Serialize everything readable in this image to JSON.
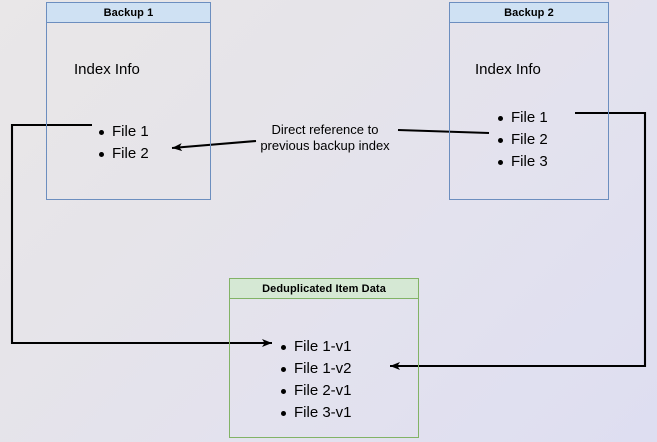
{
  "diagram": {
    "title_hidden": "",
    "background": {
      "gradient_from": "#e9e7e8",
      "gradient_to": "#dedef1"
    },
    "colors": {
      "blue_border": "#6c8ebf",
      "blue_fill": "#cfe1f3",
      "green_border": "#82b366",
      "green_fill": "#d5e8d4",
      "edge_stroke": "#000000",
      "text": "#000000"
    },
    "nodes": [
      {
        "id": "backup1",
        "header": "Backup 1",
        "section_title": "Index Info",
        "items": [
          "File 1",
          "File 2"
        ]
      },
      {
        "id": "backup2",
        "header": "Backup 2",
        "section_title": "Index Info",
        "items": [
          "File 1",
          "File 2",
          "File 3"
        ]
      },
      {
        "id": "dedup",
        "header": "Deduplicated Item Data",
        "section_title": "",
        "items": [
          "File 1-v1",
          "File 1-v2",
          "File 2-v1",
          "File 3-v1"
        ]
      }
    ],
    "edges": [
      {
        "id": "direct-reference",
        "label": "Direct reference to\nprevious backup index",
        "from": "backup2.File 2",
        "to": "backup1.File 2"
      },
      {
        "id": "backup1-to-dedup",
        "label": "",
        "from": "backup1.File 1",
        "to": "dedup.File 1-v1"
      },
      {
        "id": "backup2-to-dedup",
        "label": "",
        "from": "backup2.File 1",
        "to": "dedup.File 1-v2"
      }
    ]
  }
}
